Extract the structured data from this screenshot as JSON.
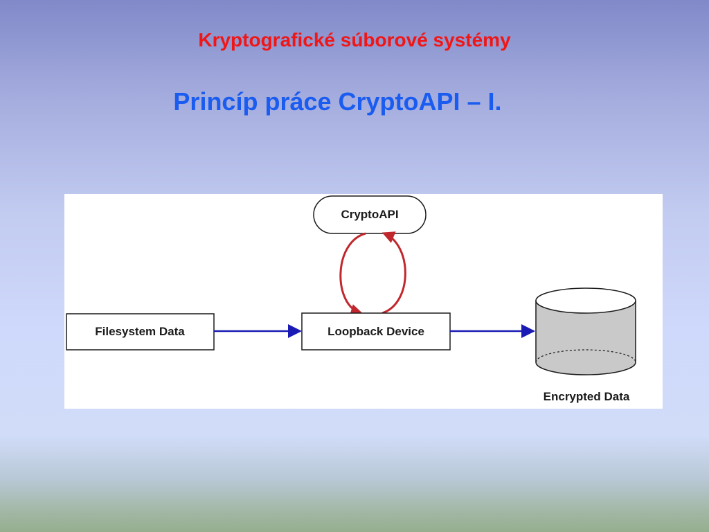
{
  "slide": {
    "title": "Kryptografické súborové systémy",
    "subtitle": "Princíp práce CryptoAPI – I."
  },
  "diagram": {
    "nodes": {
      "cryptoapi": "CryptoAPI",
      "filesystem": "Filesystem Data",
      "loopback": "Loopback Device",
      "encrypted": "Encrypted Data"
    },
    "colors": {
      "flow_arrow": "#1a1ab4",
      "crypto_loop": "#c0282d",
      "cylinder_fill": "#c9c9c9"
    }
  }
}
